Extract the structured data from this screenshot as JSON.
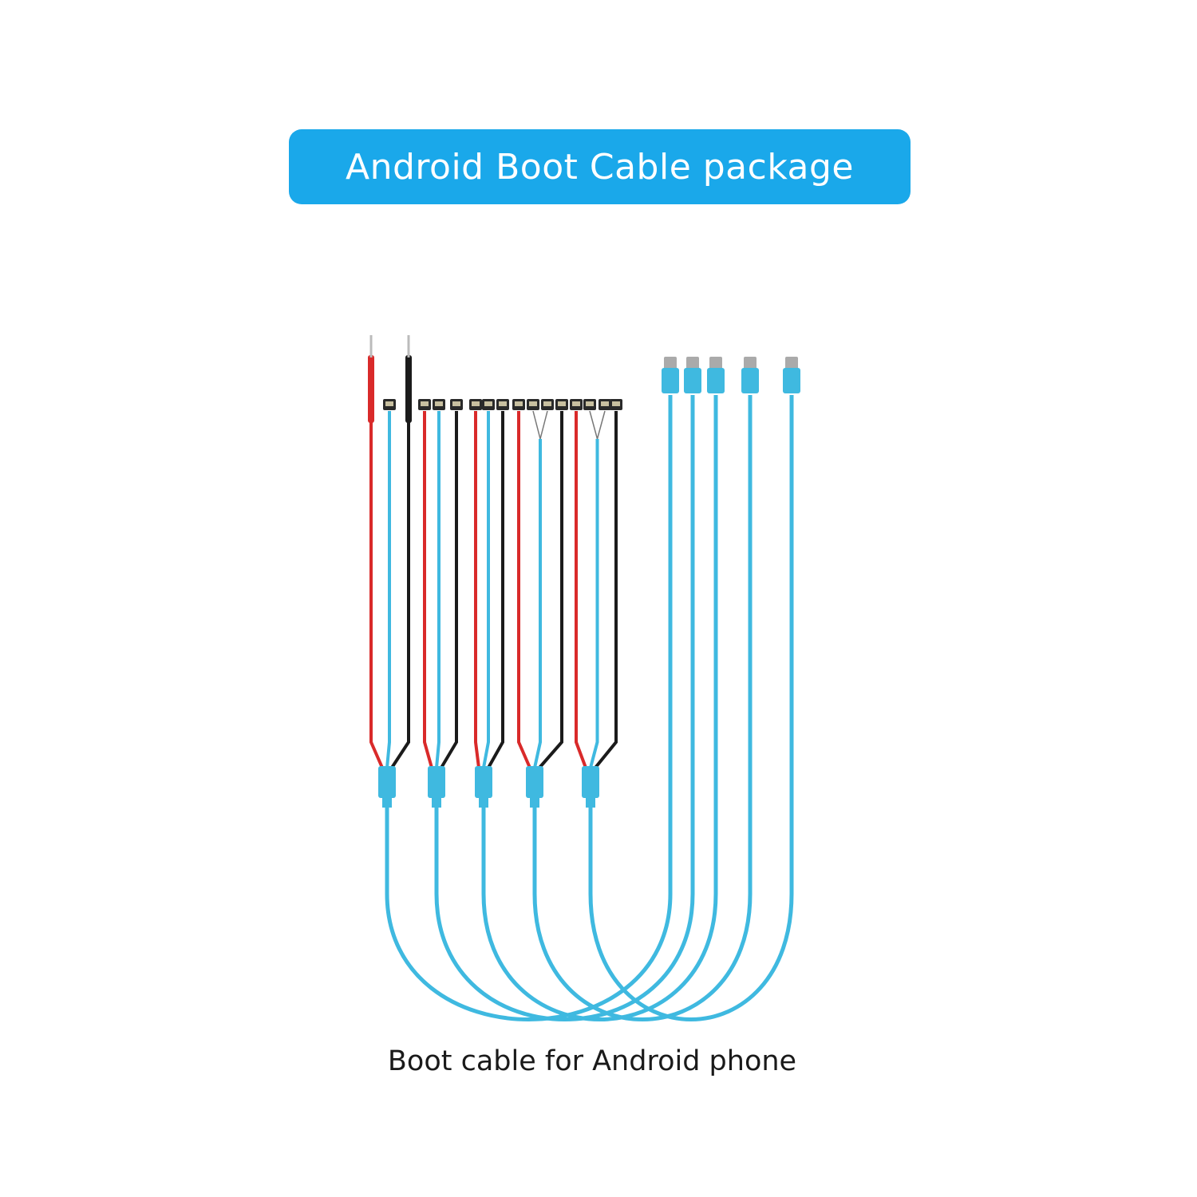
{
  "title": "Android Boot Cable package",
  "caption": "Boot cable for Android phone",
  "colors": {
    "title_bg": "#1aa8ea",
    "cable_blue": "#3fb9e0",
    "wire_red": "#d92a2a",
    "wire_black": "#1b1b1b"
  },
  "product": {
    "cable_count": 5,
    "connector": "usb-c-plug-icon"
  }
}
